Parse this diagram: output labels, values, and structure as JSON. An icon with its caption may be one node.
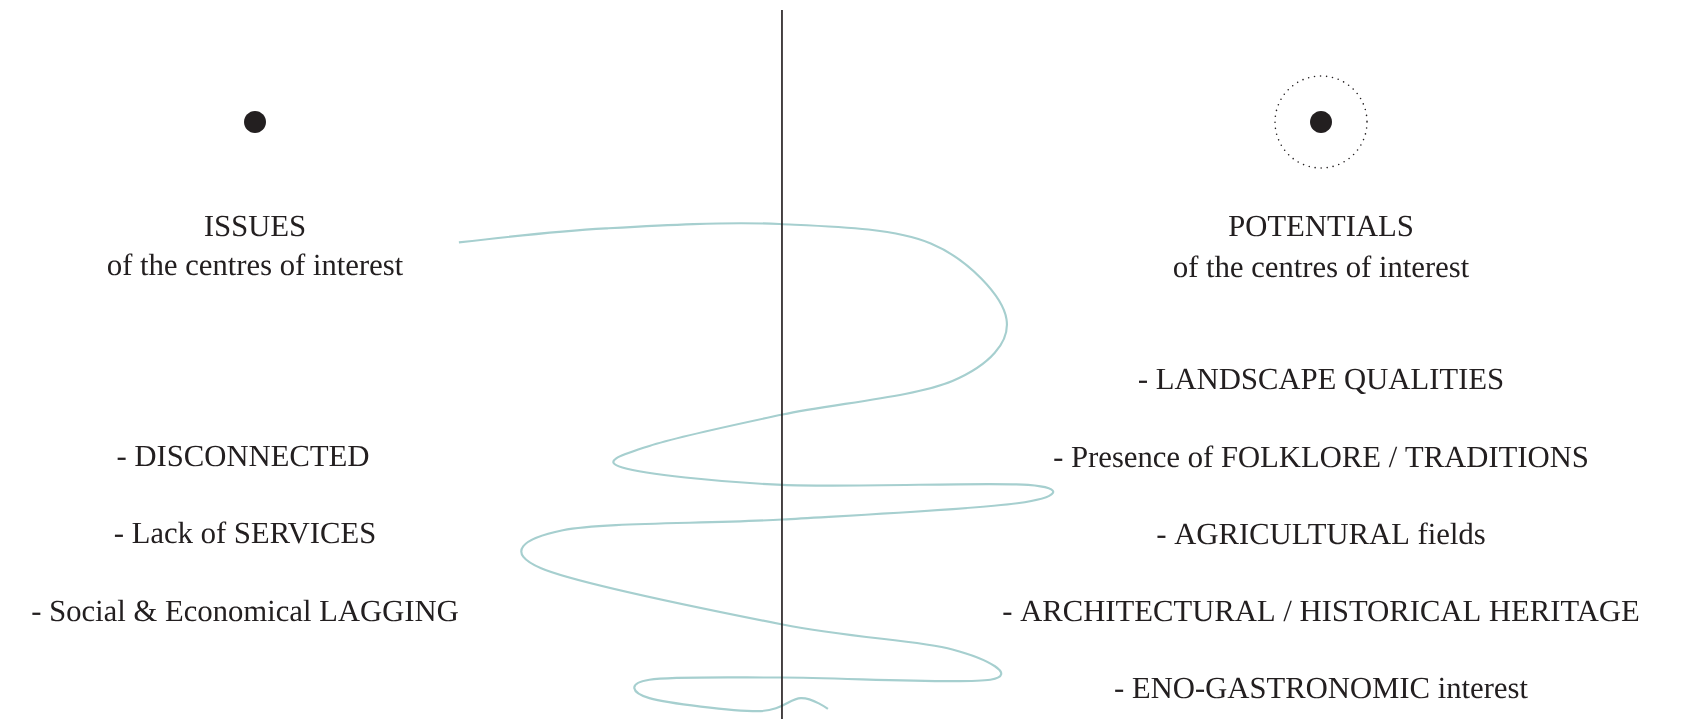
{
  "diagram": {
    "labels": [
      "ISSUES",
      "of the centres of interest",
      "POTENTIALS",
      "of the centres of interest",
      "- DISCONNECTED",
      "- Lack of SERVICES",
      "- Social & Economical LAGGING",
      "- LANDSCAPE QUALITIES",
      "- Presence of FOLKLORE / TRADITIONS",
      "- AGRICULTURAL fields",
      "- ARCHITECTURAL / HISTORICAL HERITAGE",
      "- ENO-GASTRONOMIC interest"
    ]
  }
}
